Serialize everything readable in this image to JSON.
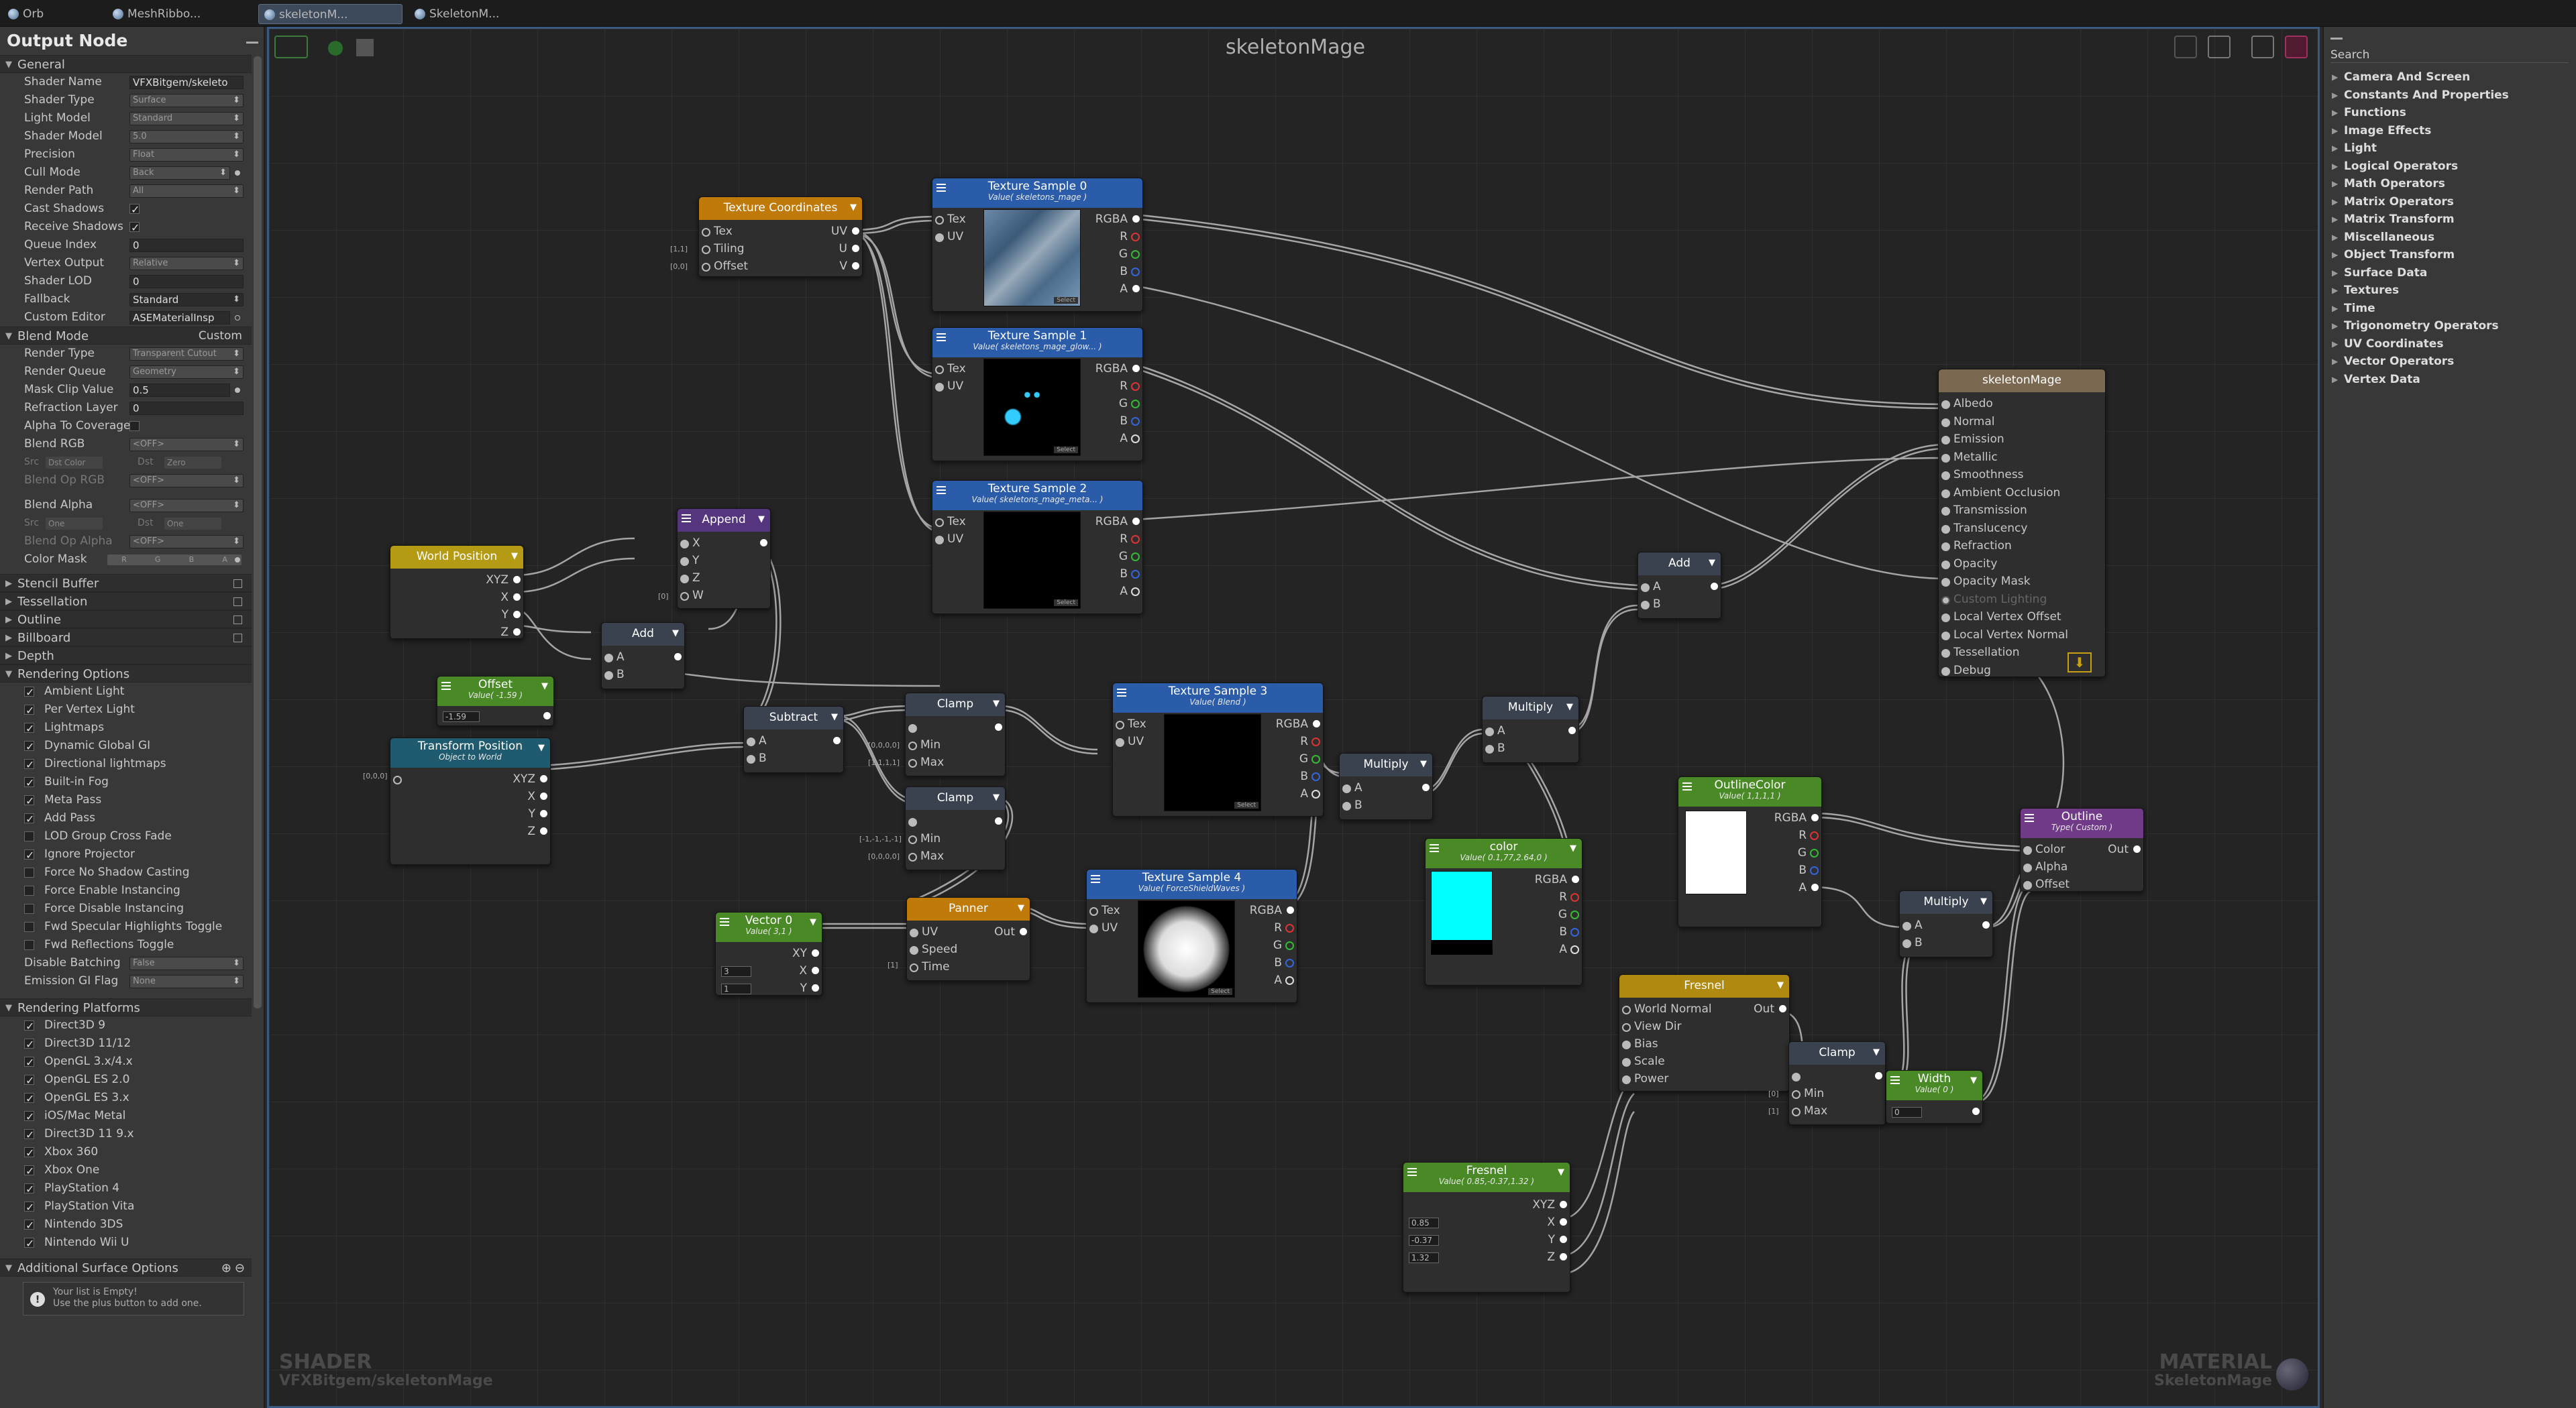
{
  "tabs": [
    {
      "label": "Orb"
    },
    {
      "label": "MeshRibbo..."
    },
    {
      "label": "skeletonM..."
    },
    {
      "label": "SkeletonM..."
    }
  ],
  "left_panel": {
    "title": "Output Node",
    "general_label": "General",
    "general": [
      {
        "label": "Shader Name",
        "value": "VFXBitgem/skeleto"
      },
      {
        "label": "Shader Type",
        "value": "Surface"
      },
      {
        "label": "Light Model",
        "value": "Standard"
      },
      {
        "label": "Shader Model",
        "value": "5.0"
      },
      {
        "label": "Precision",
        "value": "Float"
      },
      {
        "label": "Cull Mode",
        "value": "Back"
      },
      {
        "label": "Render Path",
        "value": "All"
      },
      {
        "label": "Cast Shadows",
        "checked": true
      },
      {
        "label": "Receive Shadows",
        "checked": true
      },
      {
        "label": "Queue Index",
        "value": "0"
      },
      {
        "label": "Vertex Output",
        "value": "Relative"
      },
      {
        "label": "Shader LOD",
        "value": "0"
      },
      {
        "label": "Fallback",
        "value": "Standard"
      },
      {
        "label": "Custom Editor",
        "value": "ASEMaterialInsp"
      }
    ],
    "blend_label": "Blend Mode",
    "blend_value": "Custom",
    "blend": [
      {
        "label": "Render Type",
        "value": "Transparent Cutout"
      },
      {
        "label": "Render Queue",
        "value": "Geometry"
      },
      {
        "label": "Mask Clip Value",
        "value": "0.5"
      },
      {
        "label": "Refraction Layer",
        "value": "0"
      },
      {
        "label": "Alpha To Coverage",
        "checked": false
      },
      {
        "label": "Blend RGB",
        "value": "<OFF>"
      },
      {
        "label": "Src",
        "src": "Dst Color",
        "dst_label": "Dst",
        "dst": "Zero"
      },
      {
        "label": "Blend Op RGB",
        "value": "<OFF>"
      },
      {
        "label": "Blend Alpha",
        "value": "<OFF>"
      },
      {
        "label": "Src",
        "src": "One",
        "dst_label": "Dst",
        "dst": "One"
      },
      {
        "label": "Blend Op Alpha",
        "value": "<OFF>"
      },
      {
        "label": "Color Mask",
        "channels": [
          "R",
          "G",
          "B",
          "A"
        ]
      }
    ],
    "sections": [
      "Stencil Buffer",
      "Tessellation",
      "Outline",
      "Billboard",
      "Depth"
    ],
    "rendering_options_label": "Rendering Options",
    "rendering_options": [
      {
        "label": "Ambient Light",
        "checked": true
      },
      {
        "label": "Per Vertex Light",
        "checked": true
      },
      {
        "label": "Lightmaps",
        "checked": true
      },
      {
        "label": "Dynamic Global GI",
        "checked": true
      },
      {
        "label": "Directional lightmaps",
        "checked": true
      },
      {
        "label": "Built-in Fog",
        "checked": true
      },
      {
        "label": "Meta Pass",
        "checked": true
      },
      {
        "label": "Add Pass",
        "checked": true
      },
      {
        "label": "LOD Group Cross Fade",
        "checked": false
      },
      {
        "label": "Ignore Projector",
        "checked": true
      },
      {
        "label": "Force No Shadow Casting",
        "checked": false
      },
      {
        "label": "Force Enable Instancing",
        "checked": false
      },
      {
        "label": "Force Disable Instancing",
        "checked": false
      },
      {
        "label": "Fwd Specular Highlights Toggle",
        "checked": false
      },
      {
        "label": "Fwd Reflections Toggle",
        "checked": false
      }
    ],
    "disable_batching": {
      "label": "Disable Batching",
      "value": "False"
    },
    "emission_gi": {
      "label": "Emission GI Flag",
      "value": "None"
    },
    "platforms_label": "Rendering Platforms",
    "platforms": [
      "Direct3D 9",
      "Direct3D 11/12",
      "OpenGL 3.x/4.x",
      "OpenGL ES 2.0",
      "OpenGL ES 3.x",
      "iOS/Mac Metal",
      "Direct3D 11 9.x",
      "Xbox 360",
      "Xbox One",
      "PlayStation 4",
      "PlayStation Vita",
      "Nintendo 3DS",
      "Nintendo Wii U"
    ],
    "additional_label": "Additional Surface Options",
    "empty_line1": "Your list is Empty!",
    "empty_line2": "Use the plus button to add one."
  },
  "canvas": {
    "title": "skeletonMage",
    "wm_left_1": "SHADER",
    "wm_left_2": "VFXBitgem/skeletonMage",
    "wm_right_1": "MATERIAL",
    "wm_right_2": "SkeletonMage"
  },
  "nodes": {
    "texcoord": {
      "title": "Texture Coordinates",
      "pins_in": [
        "Tex",
        "Tiling",
        "Offset"
      ],
      "pins_out": [
        "UV",
        "U",
        "V"
      ],
      "ext": [
        "[1,1]",
        "[0,0]"
      ]
    },
    "ts0": {
      "title": "Texture Sample 0",
      "sub": "Value( skeletons_mage )"
    },
    "ts1": {
      "title": "Texture Sample 1",
      "sub": "Value( skeletons_mage_glow... )"
    },
    "ts2": {
      "title": "Texture Sample 2",
      "sub": "Value( skeletons_mage_meta... )"
    },
    "ts3": {
      "title": "Texture Sample 3",
      "sub": "Value( Blend )"
    },
    "ts4": {
      "title": "Texture Sample 4",
      "sub": "Value( ForceShieldWaves )"
    },
    "tex_in": [
      "Tex",
      "UV"
    ],
    "tex_out": [
      "RGBA",
      "R",
      "G",
      "B",
      "A"
    ],
    "select": "Select",
    "worldpos": {
      "title": "World Position",
      "pins_out": [
        "XYZ",
        "X",
        "Y",
        "Z"
      ]
    },
    "append": {
      "title": "Append",
      "pins_in": [
        "X",
        "Y",
        "Z",
        "W"
      ],
      "ext": "[0]"
    },
    "add1": {
      "title": "Add",
      "pins_in": [
        "A",
        "B"
      ]
    },
    "offset": {
      "title": "Offset",
      "sub": "Value( -1.59 )",
      "value": "-1.59"
    },
    "transform": {
      "title": "Transform Position",
      "sub": "Object to World",
      "pins_out": [
        "XYZ",
        "X",
        "Y",
        "Z"
      ],
      "ext": "[0,0,0]"
    },
    "subtract": {
      "title": "Subtract",
      "pins_in": [
        "A",
        "B"
      ]
    },
    "clamp1": {
      "title": "Clamp",
      "pins_in": [
        "",
        "Min",
        "Max"
      ],
      "ext": [
        "[0,0,0,0]",
        "[1,1,1,1]"
      ]
    },
    "clamp2": {
      "title": "Clamp",
      "pins_in": [
        "",
        "Min",
        "Max"
      ],
      "ext": [
        "[-1,-1,-1,-1]",
        "[0,0,0,0]"
      ]
    },
    "panner": {
      "title": "Panner",
      "pins_in": [
        "UV",
        "Speed",
        "Time"
      ],
      "pin_out": "Out",
      "ext": "[1]"
    },
    "vector0": {
      "title": "Vector 0",
      "sub": "Value( 3,1 )",
      "pins_out": [
        "XY",
        "X",
        "Y"
      ],
      "vals": [
        "3",
        "1"
      ]
    },
    "multiply1": {
      "title": "Multiply",
      "pins_in": [
        "A",
        "B"
      ]
    },
    "multiply2": {
      "title": "Multiply",
      "pins_in": [
        "A",
        "B"
      ]
    },
    "multiply3": {
      "title": "Multiply",
      "pins_in": [
        "A",
        "B"
      ]
    },
    "add2": {
      "title": "Add",
      "pins_in": [
        "A",
        "B"
      ]
    },
    "color": {
      "title": "color",
      "sub": "Value( 0.1,77,2.64,0 )"
    },
    "color_out": [
      "RGBA",
      "R",
      "G",
      "B",
      "A"
    ],
    "outlinecolor": {
      "title": "OutlineColor",
      "sub": "Value( 1,1,1,1 )"
    },
    "outline": {
      "title": "Outline",
      "sub": "Type( Custom )",
      "pins_in": [
        "Color",
        "Alpha",
        "Offset"
      ],
      "pin_out": "Out"
    },
    "fresnel1": {
      "title": "Fresnel",
      "pins_in": [
        "World Normal",
        "View Dir",
        "Bias",
        "Scale",
        "Power"
      ],
      "pin_out": "Out"
    },
    "fresnel2": {
      "title": "Fresnel",
      "sub": "Value( 0.85,-0.37,1.32 )",
      "pins_out": [
        "XYZ",
        "X",
        "Y",
        "Z"
      ],
      "vals": [
        "0.85",
        "-0.37",
        "1.32"
      ]
    },
    "clamp3": {
      "title": "Clamp",
      "pins_in": [
        "",
        "Min",
        "Max"
      ],
      "ext": [
        "[0]",
        "[1]"
      ]
    },
    "width": {
      "title": "Width",
      "sub": "Value( 0 )",
      "value": "0"
    },
    "master": {
      "title": "skeletonMage",
      "pins": [
        "Albedo",
        "Normal",
        "Emission",
        "Metallic",
        "Smoothness",
        "Ambient Occlusion",
        "Transmission",
        "Translucency",
        "Refraction",
        "Opacity",
        "Opacity Mask",
        "Custom Lighting",
        "Local Vertex Offset",
        "Local Vertex Normal",
        "Tessellation",
        "Debug"
      ]
    }
  },
  "right_panel": {
    "search_label": "Search",
    "categories": [
      "Camera And Screen",
      "Constants And Properties",
      "Functions",
      "Image Effects",
      "Light",
      "Logical Operators",
      "Math Operators",
      "Matrix Operators",
      "Matrix Transform",
      "Miscellaneous",
      "Object Transform",
      "Surface Data",
      "Textures",
      "Time",
      "Trigonometry Operators",
      "UV Coordinates",
      "Vector Operators",
      "Vertex Data"
    ]
  },
  "colors": {
    "accent": "#3a5a84",
    "canvas": "#242424",
    "panel": "#383838"
  }
}
